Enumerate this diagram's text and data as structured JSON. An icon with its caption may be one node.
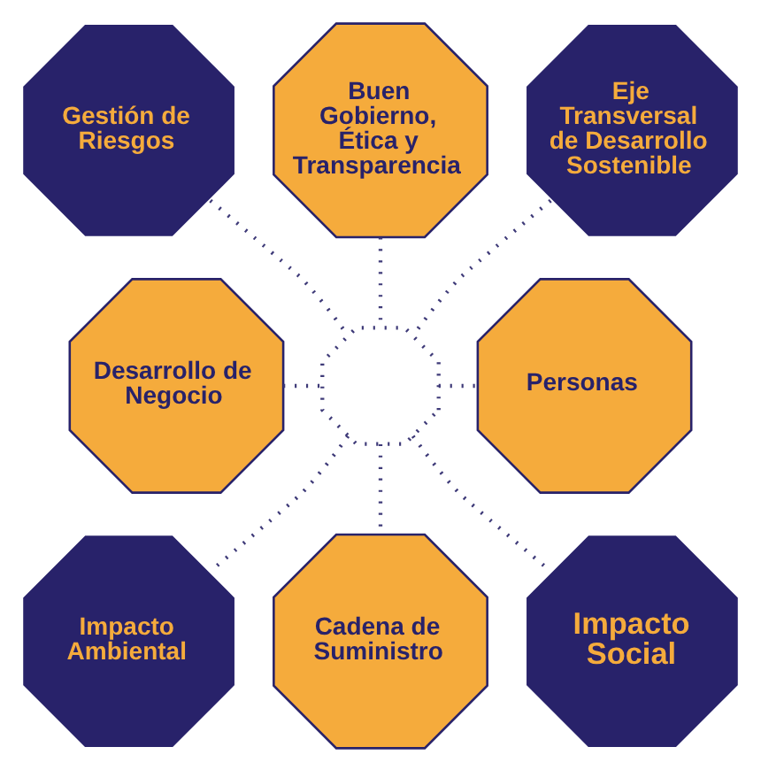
{
  "diagram": {
    "nodes": [
      {
        "text": [
          "Buen Gobierno, Ética y Transparencia"
        ]
      },
      {
        "text": [
          "Gestión de Riesgos"
        ]
      },
      {
        "text": [
          "Eje Transversal de Desarrollo Sostenible"
        ]
      },
      {
        "text": [
          "Desarrollo de Negocio"
        ]
      },
      {
        "text": [],
        "shape": "octagon"
      },
      {
        "text": [
          "Personas"
        ]
      },
      {
        "text": [
          "Impacto Ambiental"
        ]
      },
      {
        "text": [
          "Impacto Social"
        ]
      },
      {
        "text": [
          "Cadena de Suministro"
        ]
      }
    ],
    "edges": [
      {
        "from": 1,
        "to": 4,
        "arrow": "none"
      },
      {
        "from": 0,
        "to": 4,
        "arrow": "none"
      },
      {
        "from": 2,
        "to": 4,
        "arrow": "none"
      },
      {
        "from": 3,
        "to": 4,
        "arrow": "none"
      },
      {
        "from": 4,
        "to": 5,
        "arrow": "none"
      },
      {
        "from": 4,
        "to": 6,
        "arrow": "none"
      },
      {
        "from": 4,
        "to": 8,
        "arrow": "none"
      },
      {
        "from": 4,
        "to": 7,
        "arrow": "none"
      }
    ]
  }
}
